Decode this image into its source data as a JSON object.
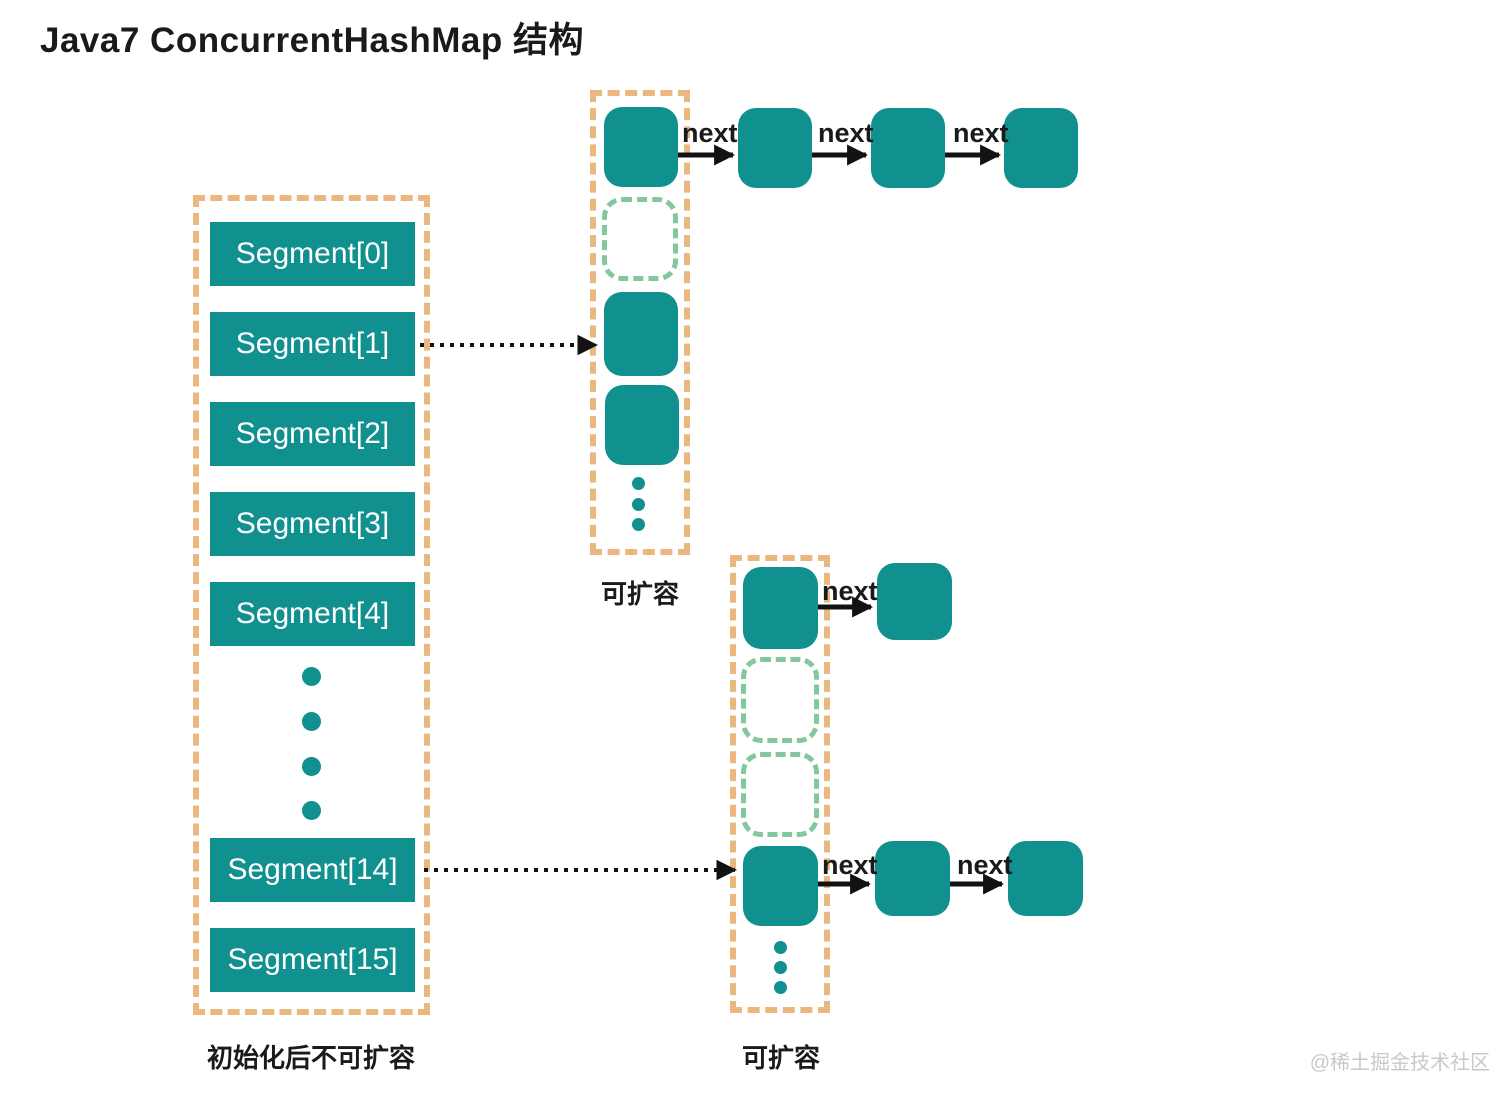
{
  "title": "Java7 ConcurrentHashMap 结构",
  "watermark": "@稀土掘金技术社区",
  "labels": {
    "next": "next",
    "segment_array_caption": "初始化后不可扩容",
    "expandable_caption": "可扩容"
  },
  "segments": [
    {
      "label": "Segment[0]"
    },
    {
      "label": "Segment[1]"
    },
    {
      "label": "Segment[2]"
    },
    {
      "label": "Segment[3]"
    },
    {
      "label": "Segment[4]"
    },
    {
      "label": "Segment[14]"
    },
    {
      "label": "Segment[15]"
    }
  ],
  "colors": {
    "node-teal": "#10908e",
    "container-dash": "#eab87f",
    "placeholder-dash": "#82c89c",
    "arrow-black": "#121212",
    "text-black": "#1a1a1a",
    "watermark-gray": "#c9c9c9"
  }
}
